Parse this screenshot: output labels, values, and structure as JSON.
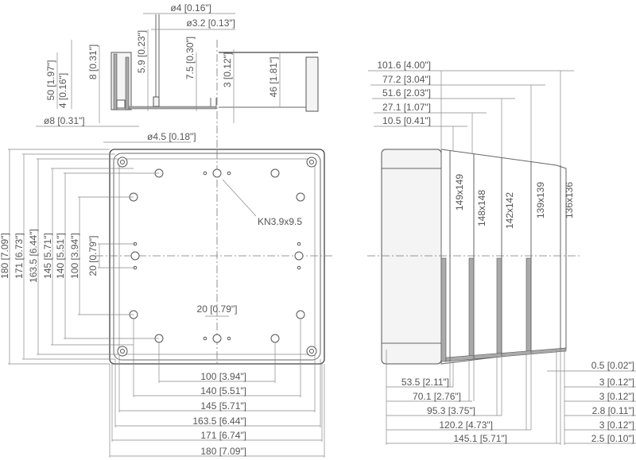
{
  "top_section": {
    "d4": "ø4 [0.16\"]",
    "d32": "ø3.2 [0.13\"]",
    "h50": "50 [1.97\"]",
    "h4": "4 [0.16\"]",
    "h8": "8 [0.31\"]",
    "h59": "5.9 [0.23\"]",
    "h75": "7.5 [0.30\"]",
    "h3": "3 [0.12\"]",
    "h46": "46 [1.81\"]",
    "d8": "ø8 [0.31\"]",
    "d45": "ø4.5 [0.18\"]"
  },
  "front_view": {
    "v180": "180 [7.09\"]",
    "v171": "171 [6.73\"]",
    "v1635": "163.5 [6.44\"]",
    "v145": "145 [5.71\"]",
    "v140": "140 [5.51\"]",
    "v100": "100 [3.94\"]",
    "v20": "20 [0.79\"]",
    "h20": "20 [0.79\"]",
    "kn": "KN3.9x9.5",
    "b100": "100 [3.94\"]",
    "b140": "140 [5.51\"]",
    "b145": "145 [5.71\"]",
    "b1635": "163.5 [6.44\"]",
    "b171": "171 [6.74\"]",
    "b180": "180 [7.09\"]"
  },
  "side_view": {
    "t1016": "101.6 [4.00\"]",
    "t772": "77.2 [3.04\"]",
    "t516": "51.6 [2.03\"]",
    "t271": "27.1 [1.07\"]",
    "t105": "10.5 [0.41\"]",
    "s149": "149x149",
    "s148": "148x148",
    "s142": "142x142",
    "s139": "139x139",
    "s136": "136x136",
    "b535": "53.5 [2.11\"]",
    "b701": "70.1 [2.76\"]",
    "b953": "95.3 [3.75\"]",
    "b1202": "120.2 [4.73\"]",
    "b1451": "145.1 [5.71\"]",
    "r05": "0.5 [0.02\"]",
    "r3a": "3 [0.12\"]",
    "r3b": "3 [0.12\"]",
    "r28": "2.8 [0.11\"]",
    "r3c": "3 [0.12\"]",
    "r25": "2.5 [0.10\"]"
  }
}
